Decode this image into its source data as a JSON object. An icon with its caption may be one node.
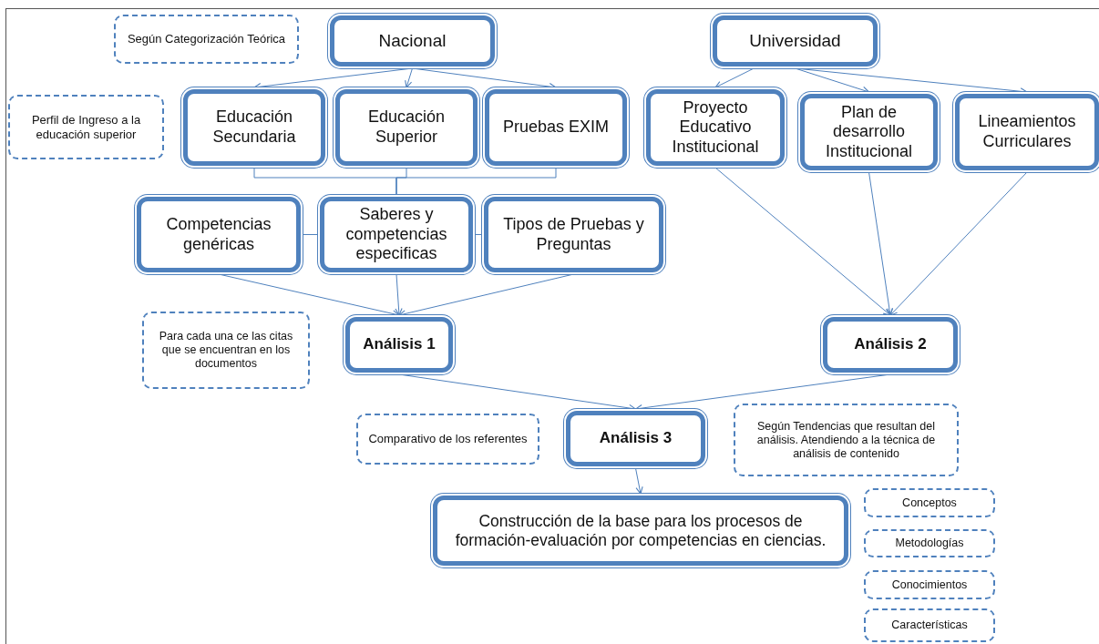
{
  "diagram": {
    "nodes": [
      {
        "text": [
          "Según Categorización Teórica"
        ]
      },
      {
        "text": [
          "Nacional"
        ]
      },
      {
        "text": [
          "Universidad"
        ]
      },
      {
        "text": [
          "Perfil de Ingreso a la educación superior"
        ]
      },
      {
        "text": [
          "Educación Secundaria"
        ]
      },
      {
        "text": [
          "Educación Superior"
        ]
      },
      {
        "text": [
          "Pruebas EXIM"
        ]
      },
      {
        "text": [
          "Proyecto Educativo Institucional"
        ]
      },
      {
        "text": [
          "Plan de desarrollo Institucional"
        ]
      },
      {
        "text": [
          "Lineamientos Curriculares"
        ]
      },
      {
        "text": [
          "Competencias genéricas"
        ]
      },
      {
        "text": [
          "Saberes y competencias especificas"
        ]
      },
      {
        "text": [
          "Tipos de Pruebas y Preguntas"
        ]
      },
      {
        "text": [
          "Para cada una ce las citas que se encuentran en los documentos"
        ]
      },
      {
        "text": [
          "Análisis 1"
        ]
      },
      {
        "text": [
          "Análisis 2"
        ]
      },
      {
        "text": [
          "Comparativo de los referentes"
        ]
      },
      {
        "text": [
          "Análisis 3"
        ]
      },
      {
        "text": [
          "Según Tendencias que resultan del análisis. Atendiendo a la técnica de análisis de contenido"
        ]
      },
      {
        "text": [
          "Construcción de la base para los procesos de formación-evaluación por competencias en ciencias."
        ]
      },
      {
        "text": [
          "Conceptos"
        ]
      },
      {
        "text": [
          "Metodologías"
        ]
      },
      {
        "text": [
          "Conocimientos"
        ]
      },
      {
        "text": [
          "Características"
        ]
      }
    ],
    "edges": [
      {
        "from": 1,
        "to": 4,
        "arrow": "to"
      },
      {
        "from": 1,
        "to": 5,
        "arrow": "to"
      },
      {
        "from": 1,
        "to": 6,
        "arrow": "to"
      },
      {
        "from": 2,
        "to": 7,
        "arrow": "to"
      },
      {
        "from": 2,
        "to": 8,
        "arrow": "to"
      },
      {
        "from": 2,
        "to": 9,
        "arrow": "to"
      },
      {
        "from": 4,
        "to": 11,
        "arrow": "none"
      },
      {
        "from": 5,
        "to": 11,
        "arrow": "none"
      },
      {
        "from": 6,
        "to": 11,
        "arrow": "none"
      },
      {
        "from": 10,
        "to": 11,
        "arrow": "none"
      },
      {
        "from": 11,
        "to": 12,
        "arrow": "none"
      },
      {
        "from": 10,
        "to": 14,
        "arrow": "to"
      },
      {
        "from": 11,
        "to": 14,
        "arrow": "to"
      },
      {
        "from": 12,
        "to": 14,
        "arrow": "to"
      },
      {
        "from": 7,
        "to": 15,
        "arrow": "to"
      },
      {
        "from": 8,
        "to": 15,
        "arrow": "to"
      },
      {
        "from": 9,
        "to": 15,
        "arrow": "to"
      },
      {
        "from": 14,
        "to": 17,
        "arrow": "to"
      },
      {
        "from": 15,
        "to": 17,
        "arrow": "to"
      },
      {
        "from": 17,
        "to": 19,
        "arrow": "to"
      }
    ]
  }
}
